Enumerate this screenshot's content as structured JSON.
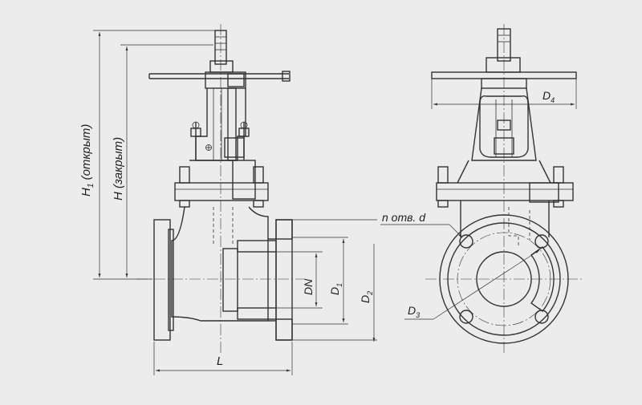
{
  "drawing": {
    "labels": {
      "h1": "H",
      "h1_sub": "1",
      "h1_note": " (открыт)",
      "h": "H (закрыт)",
      "l": "L",
      "dn": "DN",
      "d1": "D",
      "d1_sub": "1",
      "d2": "D",
      "d2_sub": "2",
      "d3": "D",
      "d3_sub": "3",
      "d4": "D",
      "d4_sub": "4",
      "holes": "n отв. d"
    },
    "colors": {
      "background": "#ececec",
      "line": "#333333"
    }
  }
}
